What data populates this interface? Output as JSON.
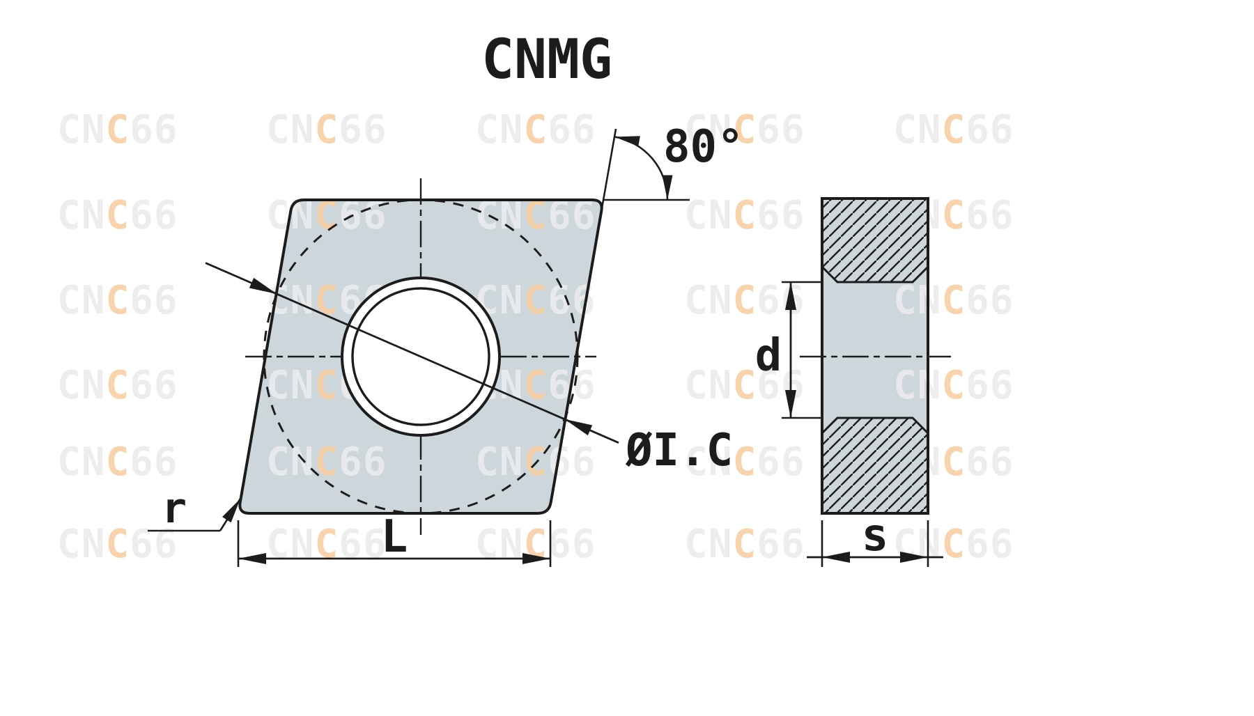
{
  "title": "CNMG",
  "colors": {
    "background": "#ffffff",
    "insert_fill": "#cdd6db",
    "line": "#1c1c1c",
    "watermark_gray": "#ececec",
    "watermark_accent": "#f8cfa2"
  },
  "watermark": {
    "part1": "CN",
    "part2": "C",
    "part3": "66"
  },
  "front_view": {
    "angle_label": "80°",
    "inscribed_circle_label": "ØI.C",
    "corner_radius_label": "r",
    "length_label": "L"
  },
  "side_view": {
    "hole_diameter_label": "d",
    "thickness_label": "s"
  }
}
